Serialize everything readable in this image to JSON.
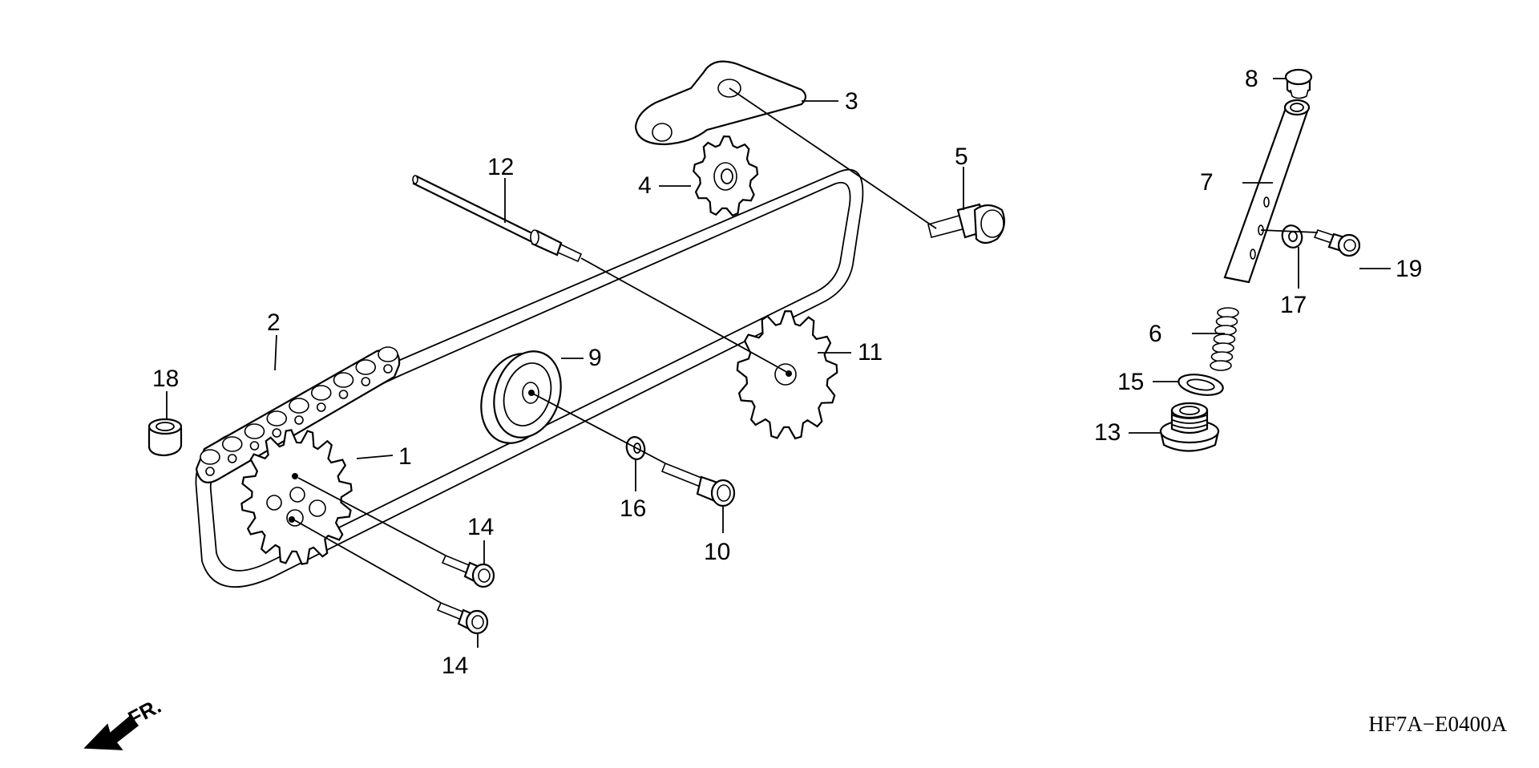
{
  "diagram_code": "HF7A−E0400A",
  "front_indicator": "FR.",
  "colors": {
    "ink": "#000000",
    "paper": "#ffffff"
  },
  "callouts": [
    {
      "id": "p1",
      "label": "1"
    },
    {
      "id": "p2",
      "label": "2"
    },
    {
      "id": "p3",
      "label": "3"
    },
    {
      "id": "p4",
      "label": "4"
    },
    {
      "id": "p5",
      "label": "5"
    },
    {
      "id": "p6",
      "label": "6"
    },
    {
      "id": "p7",
      "label": "7"
    },
    {
      "id": "p8",
      "label": "8"
    },
    {
      "id": "p9",
      "label": "9"
    },
    {
      "id": "p10",
      "label": "10"
    },
    {
      "id": "p11",
      "label": "11"
    },
    {
      "id": "p12",
      "label": "12"
    },
    {
      "id": "p13",
      "label": "13"
    },
    {
      "id": "p14a",
      "label": "14"
    },
    {
      "id": "p14b",
      "label": "14"
    },
    {
      "id": "p15",
      "label": "15"
    },
    {
      "id": "p16",
      "label": "16"
    },
    {
      "id": "p17",
      "label": "17"
    },
    {
      "id": "p18",
      "label": "18"
    },
    {
      "id": "p19",
      "label": "19"
    }
  ]
}
